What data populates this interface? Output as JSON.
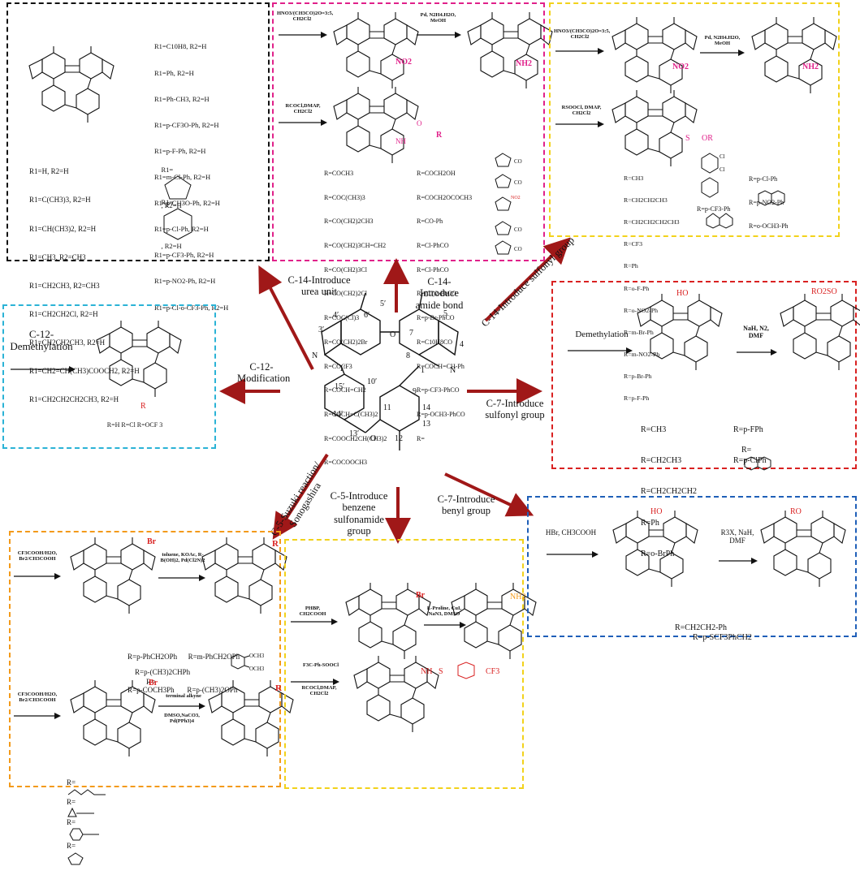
{
  "colors": {
    "black": "#111111",
    "magenta": "#e0218a",
    "yellow": "#f2d21b",
    "cyan": "#2bb3d6",
    "red": "#d92121",
    "orange": "#f39a1a",
    "blue": "#1f5fb8",
    "arrow": "#a01818"
  },
  "center": {
    "labels": [
      "C-14-Introduce urea unit",
      "C-14-Introduce amide bond",
      "C-14-Introduce sulfonyl group",
      "C-12-Modification",
      "C-7-Introduce sulfonyl group",
      "C-5-Suzuki reaction/ Sonogashira",
      "C-5-Introduce benzene sulfonamide group",
      "C-7-Introduce benyl group"
    ],
    "numbers": [
      "4′",
      "5′",
      "3′",
      "6′",
      "7′",
      "8′",
      "1′",
      "2′",
      "15′",
      "10′",
      "9′",
      "11′",
      "14′",
      "12′",
      "13′",
      "5",
      "4",
      "3",
      "7",
      "8",
      "1",
      "15",
      "2",
      "9",
      "10",
      "14",
      "11",
      "12",
      "13"
    ]
  },
  "black_panel": {
    "r1_list": [
      "R1=C10H8, R2=H",
      "R1=Ph, R2=H",
      "R1=Ph-CH3, R2=H",
      "R1=p-CF3O-Ph, R2=H",
      "R1=p-F-Ph, R2=H",
      "R1=m-Cl-Ph, R2=H",
      "R1=p-CH3O-Ph, R2=H",
      "R1=p-Cl-Ph, R2=H",
      "R1=p-CF3-Ph, R2=H",
      "R1=p-NO2-Ph, R2=H",
      "R1=p-Cl-o-CF3-Ph, R2=H"
    ],
    "ring1": "R1=",
    "ring1_tail": ", R2=H",
    "ring2": "R1=",
    "ring2_tail": ", R2=H",
    "r2_list": [
      "R1=H, R2=H",
      "R1=C(CH3)3, R2=H",
      "R1=CH(CH3)2, R2=H",
      "R1=CH3, R2=CH3",
      "R1=CH2CH3, R2=CH3",
      "R1=CH2CH2Cl, R2=H",
      "R1=CH2CH2CH3, R2=H",
      "R1=CH2=CH(CH3)COOCH2, R2=H",
      "R1=CH2CH2CH2CH3, R2=H"
    ]
  },
  "magenta_panel": {
    "arrow1": "HNO3/(CH3CO)2O=3:5, CH2Cl2",
    "arrow2": "Pd, N2H4.H2O, MeOH",
    "arrow3": "RCOCl,DMAP, CH2Cl2",
    "col1": [
      "R=COCH3",
      "R=COC(CH3)3",
      "R=CO(CH2)2CH3",
      "R=CO(CH2)3CH=CH2",
      "R=CO(CH2)3Cl",
      "R=CO(CH2)2Cl",
      "R=COC(Cl)3",
      "R=CO(CH2)2Br",
      "R=COCF3",
      "R=COCH=CH2",
      "R=COCH=C(CH3)2",
      "R=COOCH2CH(CH3)2",
      "R=COCOOCH3"
    ],
    "col2": [
      "R=COCH2OH",
      "R=COCH2OCOCH3",
      "R=CO-Ph",
      "R=Cl-PhCO",
      "R=Cl-PhCO",
      "R=(Cl)2-PhCO",
      "R=p-Br-PhCO",
      "R=C10H8CO",
      "R=COCH=CH-Ph",
      "R=p-CF3-PhCO",
      "R=p-OCH3-PhCO",
      "R="
    ],
    "nh2": "NH2",
    "no2": "NO2",
    "nh": "NH",
    "r": "R",
    "o": "O"
  },
  "yellow_top": {
    "arrow1": "HNO3/(CH3CO)2O=3:5, CH2Cl2",
    "arrow2": "Pd, N2H4.H2O, MeOH",
    "arrow3": "RSOOCl, DMAP, CH2Cl2",
    "col1": [
      "R=CH3",
      "R=CH2CH2CH3",
      "R=CH2CH2CH2CH3",
      "R=CF3",
      "R=Ph",
      "R=o-F-Ph",
      "R=o-NO2-Ph",
      "R=m-Br-Ph",
      "R=m-NO2-Ph",
      "R=p-Br-Ph",
      "R=p-F-Ph"
    ],
    "col2_extra": "R=p-CF3-Ph",
    "col3": [
      "R=p-Cl-Ph",
      "R=p-NO2-Ph",
      "R=o-OCH3-Ph"
    ],
    "or": "OR",
    "s": "S",
    "no2": "NO2",
    "nh2": "NH2"
  },
  "cyan_panel": {
    "title": "C-12-Demethylation",
    "subs": "R=H     R=Cl     R=OCF 3",
    "r": "R"
  },
  "red_panel": {
    "step1": "Demethylation",
    "ho": "HO",
    "reagent": "NaH, N2, DMF",
    "ro2so": "RO2SO",
    "col1": [
      "R=CH3",
      "R=CH2CH3",
      "R=CH2CH2CH2",
      "R=Ph",
      "R=o-BrPh"
    ],
    "col2": [
      "R=p-FPh",
      "R=p-ClPh"
    ],
    "col2_last": "R="
  },
  "orange_panel": {
    "reagent1": "CF3COOH/H2O, Br2/CH3COOH",
    "reagent2": "toluene, KOAc, R-B(OH)2, Pd(Cl2N)2",
    "subs": [
      "R=p-PhCH2OPh",
      "R=m-PhCH2OPh",
      "R=p-COCH3Ph",
      "R=p-(CH3)2OPh",
      "R=p-(CH3)2CHPh",
      "R="
    ],
    "och3": "OCH3",
    "reagent3": "CF3COOH/H2O, Br2/CH3COOH",
    "reagent4a": "terminal alkyne",
    "reagent4b": "DMSO,NaCO3, Pd(PPh3)4",
    "bottom": [
      "R=",
      "R=",
      "R=",
      "R="
    ],
    "br": "Br",
    "r": "R"
  },
  "yellow_bottom": {
    "reagent1": "PHBP, CH2COOH",
    "reagent2": "L-Proline, CuI, NaN3, DMSO",
    "reagent3": "RCOCl,DMAP, CH2Cl2",
    "sulfonyl": "F3C-Ph-SOOCl",
    "nh2": "NH2",
    "br": "Br",
    "nh": "NH",
    "s": "S",
    "cf3": "CF3"
  },
  "blue_panel": {
    "reagent1": "HBr, CH3COOH",
    "reagent2": "R3X, NaH, DMF",
    "ho": "HO",
    "ro": "RO",
    "subs": [
      "R=CH2CH2-Ph",
      "R=p-SCF3PhCH2"
    ]
  }
}
